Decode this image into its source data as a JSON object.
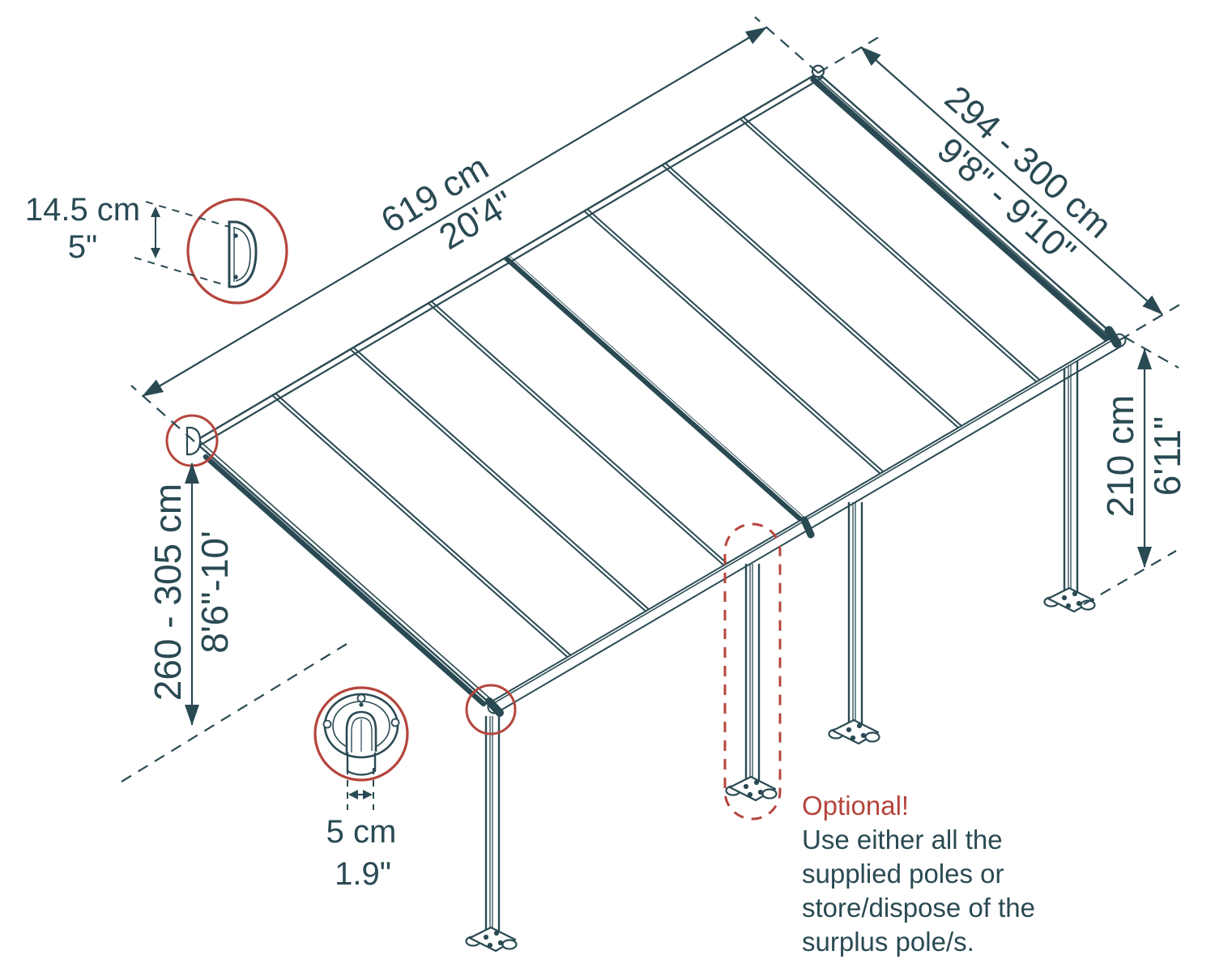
{
  "diagram_title": "patio-cover-dimension-diagram",
  "colors": {
    "line": "#2a4a53",
    "accent_red": "#b5453c",
    "background": "#ffffff"
  },
  "dimensions": {
    "roof_length": {
      "metric": "619 cm",
      "imperial": "20'4\""
    },
    "roof_depth": {
      "metric": "294 - 300 cm",
      "imperial": "9'8\" - 9'10\""
    },
    "wall_height": {
      "metric": "260 - 305 cm",
      "imperial": "8'6\"-10'"
    },
    "post_height": {
      "metric": "210 cm",
      "imperial": "6'11\""
    },
    "gutter_profile_height": {
      "metric": "14.5 cm",
      "imperial": "5\""
    },
    "pole_diameter": {
      "metric": "5 cm",
      "imperial": "1.9\""
    }
  },
  "note": {
    "title": "Optional!",
    "line1": "Use either all the",
    "line2": "supplied poles or",
    "line3": "store/dispose of the",
    "line4": "surplus pole/s."
  }
}
